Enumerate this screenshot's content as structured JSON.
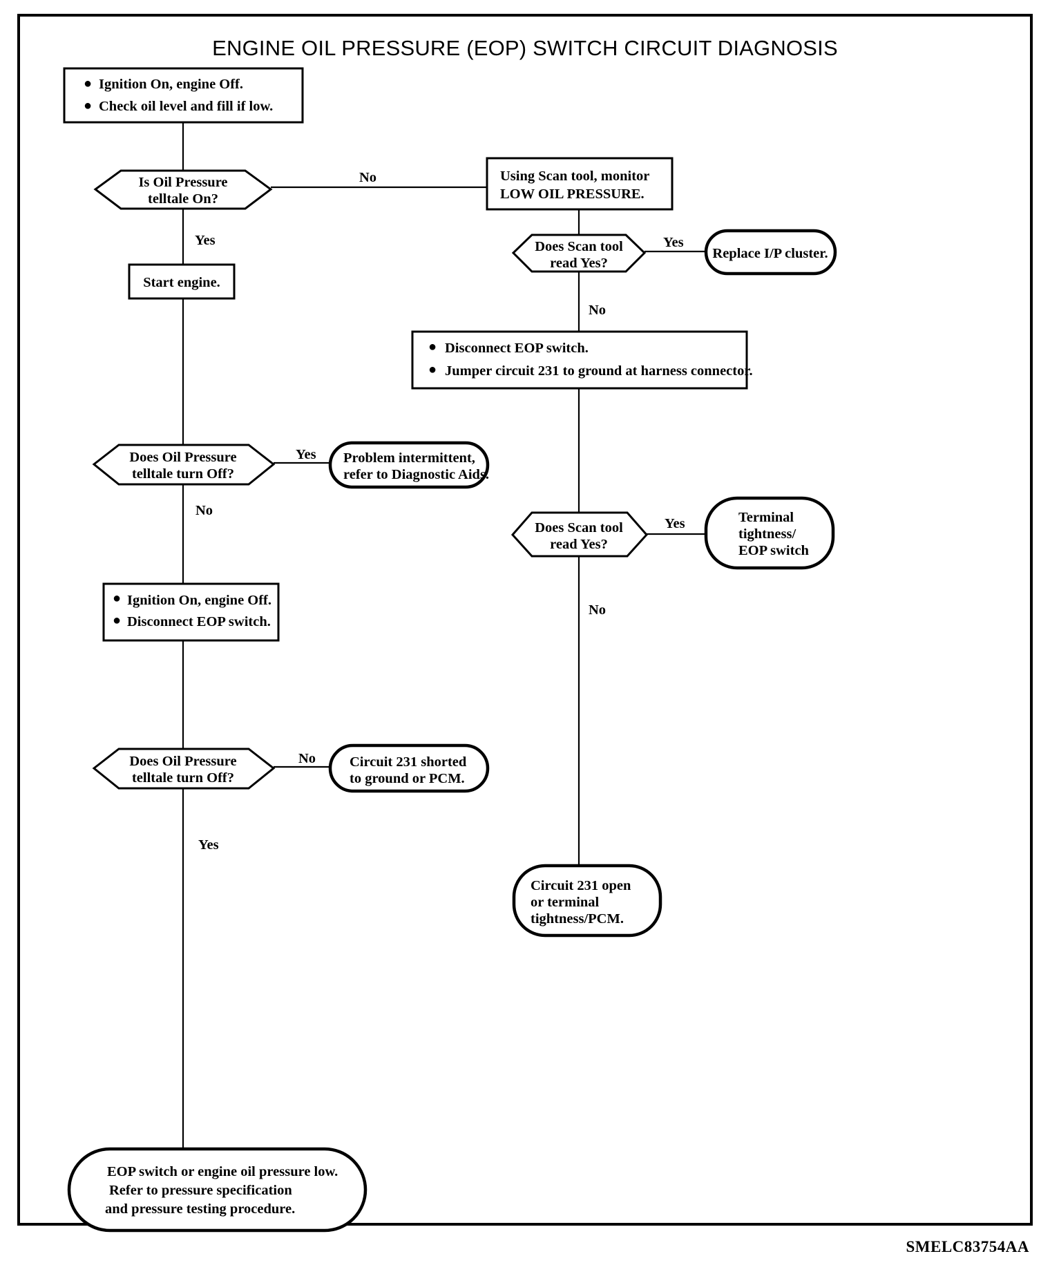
{
  "document": {
    "title": "ENGINE OIL PRESSURE (EOP) SWITCH CIRCUIT DIAGNOSIS",
    "figure_code": "SMELC83754AA"
  },
  "nodes": {
    "start_checks": {
      "type": "process",
      "bullets": [
        "Ignition On, engine Off.",
        "Check oil level and fill if low."
      ]
    },
    "q_telltale_on": {
      "type": "decision",
      "lines": [
        "Is Oil Pressure",
        "telltale On?"
      ]
    },
    "scan_monitor": {
      "type": "process",
      "lines": [
        "Using Scan tool, monitor",
        "LOW OIL PRESSURE."
      ]
    },
    "q_scan_read_yes_1": {
      "type": "decision",
      "lines": [
        "Does Scan tool",
        "read Yes?"
      ]
    },
    "replace_cluster": {
      "type": "terminal",
      "lines": [
        "Replace I/P cluster."
      ]
    },
    "start_engine": {
      "type": "process",
      "lines": [
        "Start engine."
      ]
    },
    "disconnect_jumper": {
      "type": "process",
      "bullets": [
        "Disconnect EOP switch.",
        "Jumper circuit 231 to ground at harness connector."
      ]
    },
    "q_telltale_off_1": {
      "type": "decision",
      "lines": [
        "Does Oil Pressure",
        "telltale turn Off?"
      ]
    },
    "problem_intermittent": {
      "type": "terminal",
      "lines": [
        "Problem intermittent,",
        "refer to Diagnostic Aids."
      ]
    },
    "q_scan_read_yes_2": {
      "type": "decision",
      "lines": [
        "Does Scan tool",
        "read Yes?"
      ]
    },
    "terminal_tightness": {
      "type": "terminal",
      "lines": [
        "Terminal",
        "tightness/",
        "EOP switch"
      ]
    },
    "ignition_disconnect": {
      "type": "process",
      "bullets": [
        "Ignition On, engine Off.",
        "Disconnect EOP switch."
      ]
    },
    "q_telltale_off_2": {
      "type": "decision",
      "lines": [
        "Does Oil Pressure",
        "telltale turn Off?"
      ]
    },
    "circuit_shorted": {
      "type": "terminal",
      "lines": [
        "Circuit 231 shorted",
        "to ground or PCM."
      ]
    },
    "circuit_open": {
      "type": "terminal",
      "lines": [
        "Circuit 231 open",
        "or terminal",
        "tightness/PCM."
      ]
    },
    "eop_low": {
      "type": "terminal",
      "lines": [
        "EOP switch or engine oil pressure low.",
        "Refer to  pressure specification",
        "and pressure testing procedure."
      ]
    }
  },
  "edge_labels": {
    "telltale_on_no": "No",
    "telltale_on_yes": "Yes",
    "scan1_yes": "Yes",
    "scan1_no": "No",
    "telltale_off1_yes": "Yes",
    "telltale_off1_no": "No",
    "scan2_yes": "Yes",
    "scan2_no": "No",
    "telltale_off2_no": "No",
    "telltale_off2_yes": "Yes"
  },
  "colors": {
    "stroke": "#000000",
    "fill": "#ffffff",
    "background": "#ffffff"
  }
}
